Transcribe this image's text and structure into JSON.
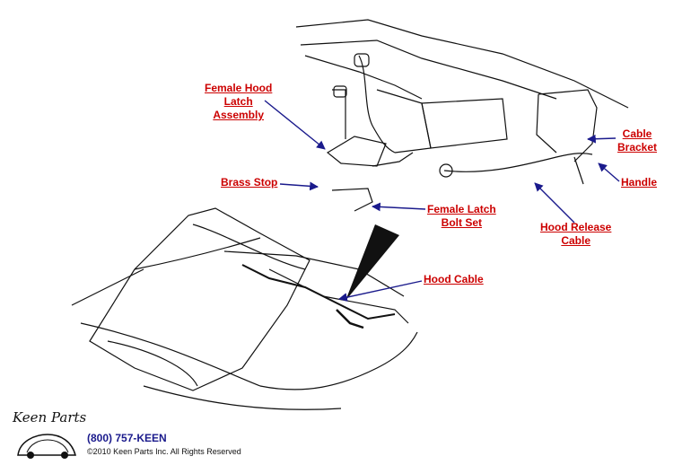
{
  "labels": {
    "female_hood_latch": [
      "Female Hood",
      "Latch",
      "Assembly"
    ],
    "brass_stop": [
      "Brass Stop"
    ],
    "female_latch_bolt_set": [
      "Female Latch",
      "Bolt Set"
    ],
    "hood_cable": [
      "Hood Cable"
    ],
    "hood_release_cable": [
      "Hood Release",
      "Cable"
    ],
    "cable_bracket": [
      "Cable",
      "Bracket"
    ],
    "handle": [
      "Handle"
    ]
  },
  "footer": {
    "logo_text": "Keen Parts",
    "phone": "(800) 757-KEEN",
    "copyright": "©2010 Keen Parts Inc. All Rights Reserved"
  },
  "colors": {
    "label": "#cc0000",
    "leader": "#1a1a8c",
    "line_art": "#111111"
  }
}
